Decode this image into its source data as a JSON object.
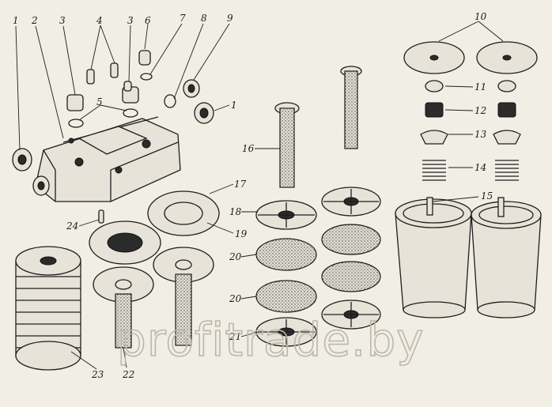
{
  "labels": {
    "l1a": "1",
    "l1b": "1",
    "l2": "2",
    "l3a": "3",
    "l3b": "3",
    "l4": "4",
    "l5": "5",
    "l6": "6",
    "l7": "7",
    "l8": "8",
    "l9": "9",
    "l10": "10",
    "l11": "11",
    "l12": "12",
    "l13": "13",
    "l14": "14",
    "l15": "15",
    "l16": "16",
    "l17": "17",
    "l18": "18",
    "l19": "19",
    "l20a": "20",
    "l20b": "20",
    "l21": "21",
    "l22": "22",
    "l23": "23",
    "l24": "24"
  },
  "watermark": "profitrade.by"
}
